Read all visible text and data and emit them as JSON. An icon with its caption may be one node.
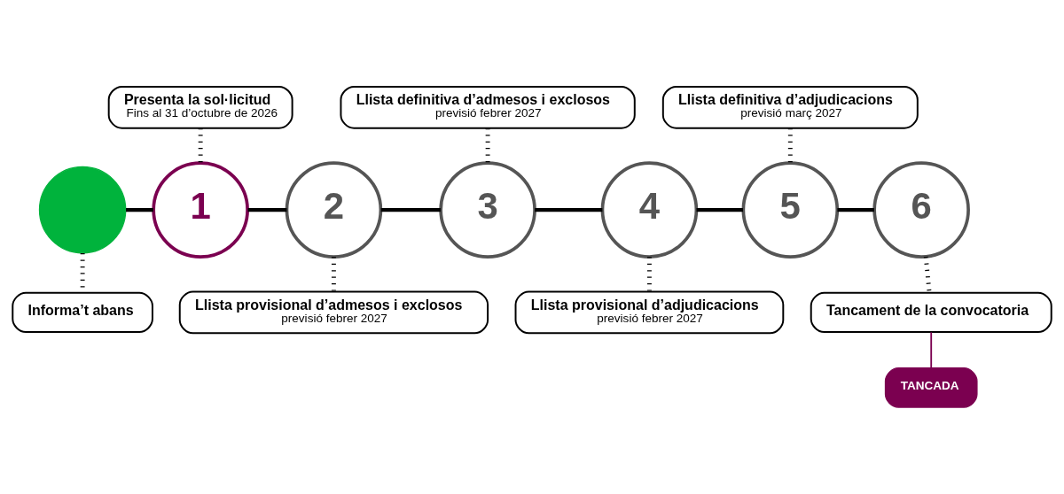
{
  "diagram": {
    "nodes": [
      {
        "text": [],
        "shape": "circle"
      },
      {
        "text": [
          "1"
        ]
      },
      {
        "text": [
          "2"
        ]
      },
      {
        "text": [
          "3"
        ]
      },
      {
        "text": [
          "4"
        ]
      },
      {
        "text": [
          "5"
        ]
      },
      {
        "text": [
          "6"
        ]
      },
      {
        "text": [
          "Informa’t abans"
        ]
      },
      {
        "text": [
          "Presenta la sol·licitud",
          "Fins al 31 d’octubre de 2026"
        ]
      },
      {
        "text": [
          "Llista provisional d’admesos i exclosos",
          "previsió febrer 2027"
        ]
      },
      {
        "text": [
          "Llista definitiva d’admesos i exclosos",
          "previsió febrer 2027"
        ]
      },
      {
        "text": [
          "Llista provisional d’adjudicacions",
          "previsió febrer 2027"
        ]
      },
      {
        "text": [
          "Llista definitiva d’adjudicacions",
          "previsió març 2027"
        ]
      },
      {
        "text": [
          "Tancament de la convocatoria"
        ]
      },
      {
        "text": [
          "TANCADA"
        ]
      }
    ],
    "edges": [
      {
        "from": 0,
        "to": 1,
        "arrow": "none"
      },
      {
        "from": 1,
        "to": 2,
        "arrow": "none"
      },
      {
        "from": 2,
        "to": 3,
        "arrow": "none"
      },
      {
        "from": 3,
        "to": 4,
        "arrow": "none"
      },
      {
        "from": 4,
        "to": 5,
        "arrow": "none"
      },
      {
        "from": 5,
        "to": 6,
        "arrow": "none"
      },
      {
        "from": 0,
        "to": 7,
        "arrow": "none",
        "style": "dashed"
      },
      {
        "from": 8,
        "to": 1,
        "arrow": "none",
        "style": "dashed"
      },
      {
        "from": 2,
        "to": 9,
        "arrow": "none",
        "style": "dashed"
      },
      {
        "from": 10,
        "to": 3,
        "arrow": "none",
        "style": "dashed"
      },
      {
        "from": 4,
        "to": 11,
        "arrow": "none",
        "style": "dashed"
      },
      {
        "from": 12,
        "to": 5,
        "arrow": "none",
        "style": "dashed"
      },
      {
        "from": 6,
        "to": 13,
        "arrow": "none",
        "style": "dashed"
      },
      {
        "from": 13,
        "to": 14,
        "arrow": "none",
        "color": "#7b0050"
      }
    ]
  }
}
